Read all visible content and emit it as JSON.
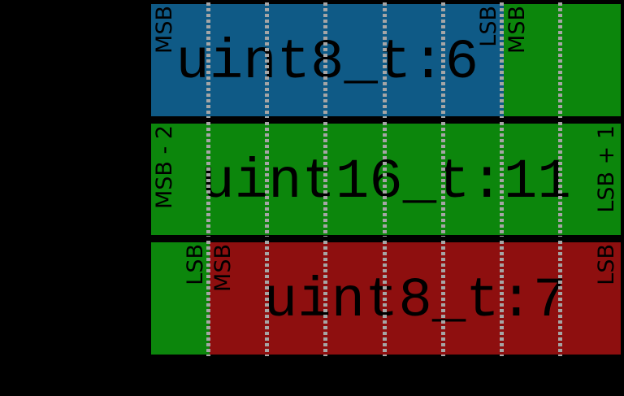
{
  "colors": {
    "background": "#000000",
    "blue": "#0f5a86",
    "green": "#0c860c",
    "red": "#8e0f0f",
    "boundary_dots": "#a6a6a6",
    "text": "#000000"
  },
  "diagram": {
    "bits_per_row": 8,
    "rows": [
      {
        "segments": [
          {
            "bits": 6,
            "color": "blue",
            "label": "uint8_t:6",
            "edge_labels": [
              {
                "side": "left",
                "text": "MSB"
              },
              {
                "side": "right",
                "text": "LSB"
              }
            ]
          },
          {
            "bits": 2,
            "color": "green",
            "label": "",
            "edge_labels": [
              {
                "side": "left",
                "text": "MSB"
              }
            ]
          }
        ]
      },
      {
        "segments": [
          {
            "bits": 8,
            "color": "green",
            "label": "uint16_t:11",
            "edge_labels": [
              {
                "side": "left",
                "text": "MSB - 2"
              },
              {
                "side": "right",
                "text": "LSB + 1"
              }
            ]
          }
        ]
      },
      {
        "segments": [
          {
            "bits": 1,
            "color": "green",
            "label": "",
            "edge_labels": [
              {
                "side": "right",
                "text": "LSB"
              }
            ]
          },
          {
            "bits": 7,
            "color": "red",
            "label": "uint8_t:7",
            "edge_labels": [
              {
                "side": "left",
                "text": "MSB"
              },
              {
                "side": "right",
                "text": "LSB"
              }
            ]
          }
        ]
      }
    ]
  }
}
